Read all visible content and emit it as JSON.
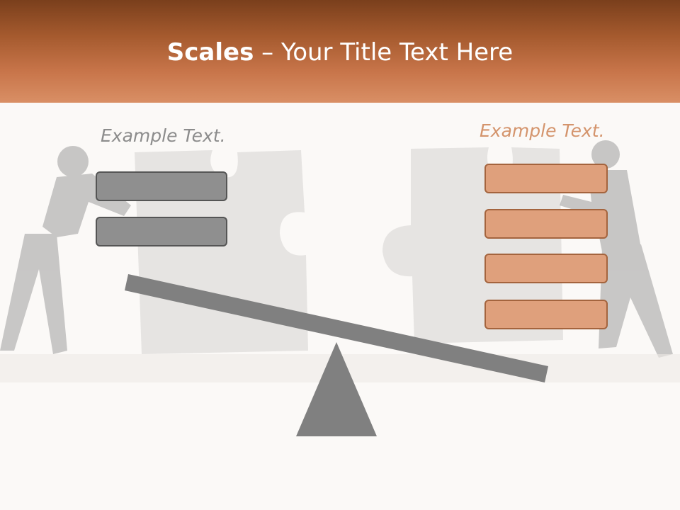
{
  "slide": {
    "title_bold": "Scales",
    "title_rest": " – Your Title Text Here"
  },
  "left_group": {
    "label": "Example Text.",
    "box_count": 2,
    "color": "#8f8f8f"
  },
  "right_group": {
    "label": "Example Text.",
    "box_count": 4,
    "color": "#dfa07c"
  },
  "colors": {
    "header_dark": "#7a3f1c",
    "header_light": "#d98f65",
    "beam": "#808080",
    "fulcrum": "#808080"
  }
}
